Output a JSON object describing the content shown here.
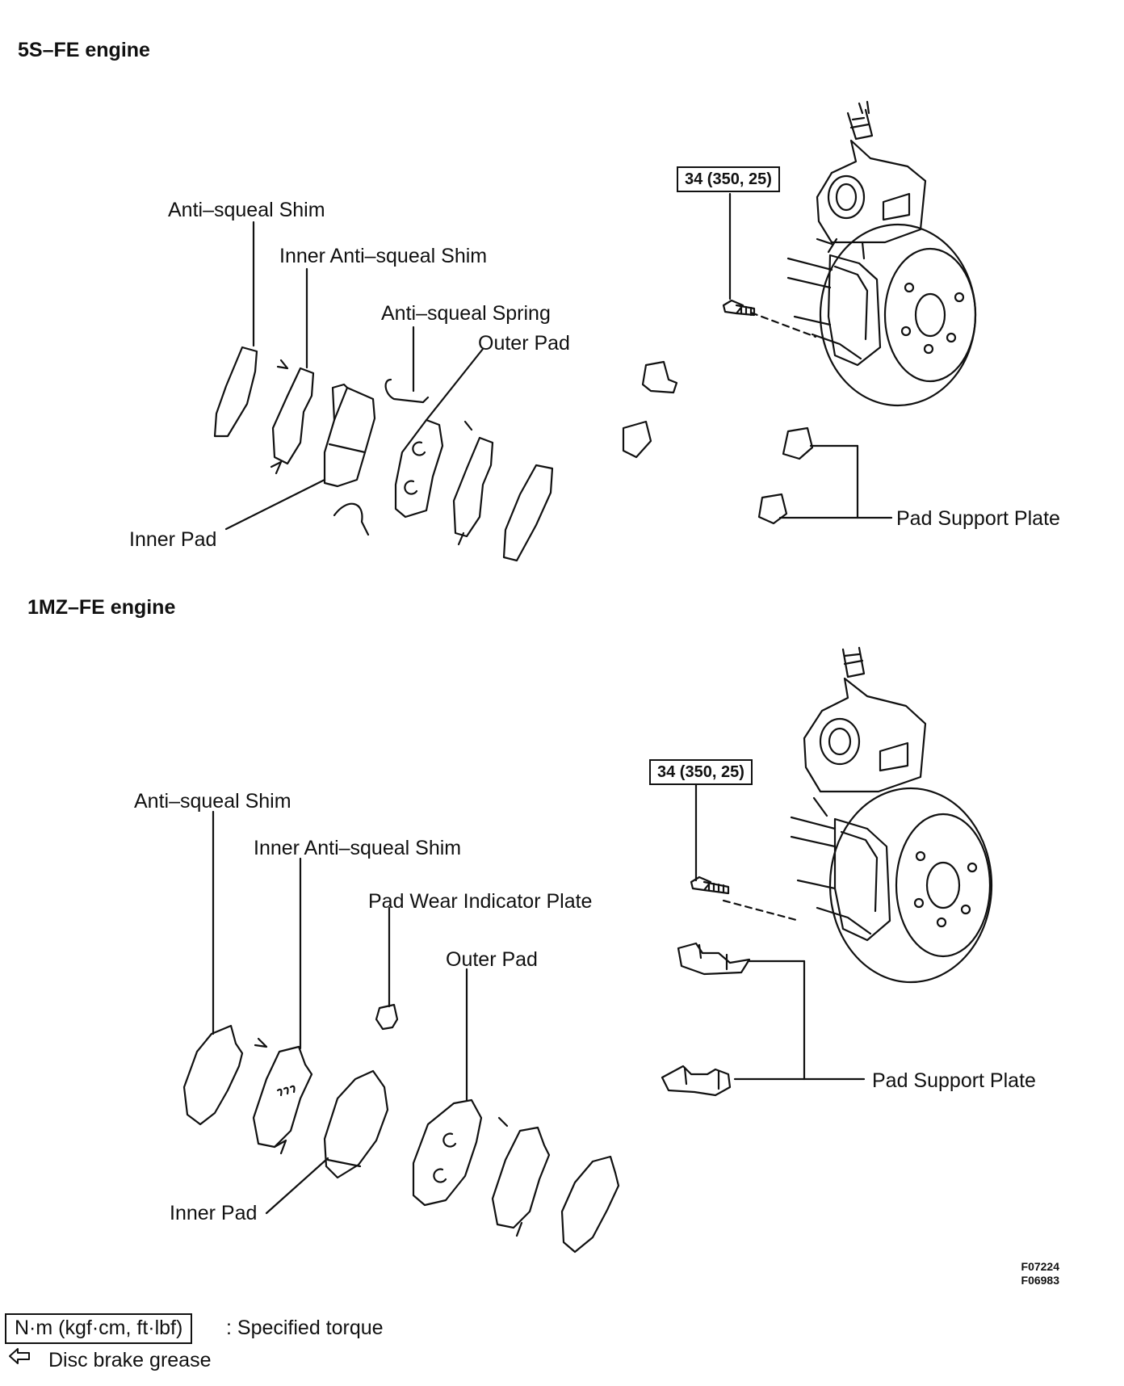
{
  "sections": [
    {
      "title": "5S–FE engine",
      "torque": "34 (350, 25)",
      "labels": {
        "anti_squeal_shim": "Anti–squeal Shim",
        "inner_anti_squeal_shim": "Inner Anti–squeal Shim",
        "anti_squeal_spring": "Anti–squeal Spring",
        "outer_pad": "Outer Pad",
        "inner_pad": "Inner Pad",
        "pad_support_plate": "Pad Support Plate"
      }
    },
    {
      "title": "1MZ–FE engine",
      "torque": "34 (350, 25)",
      "labels": {
        "anti_squeal_shim": "Anti–squeal Shim",
        "inner_anti_squeal_shim": "Inner Anti–squeal Shim",
        "pad_wear_indicator_plate": "Pad Wear Indicator Plate",
        "outer_pad": "Outer Pad",
        "inner_pad": "Inner Pad",
        "pad_support_plate": "Pad Support Plate"
      }
    }
  ],
  "figure_codes": [
    "F07224",
    "F06983"
  ],
  "legend": {
    "torque_units": "N·m (kgf·cm, ft·lbf)",
    "torque_desc": ": Specified torque",
    "grease_icon": "hollow-left-arrow-icon",
    "grease_desc": "Disc brake grease"
  }
}
